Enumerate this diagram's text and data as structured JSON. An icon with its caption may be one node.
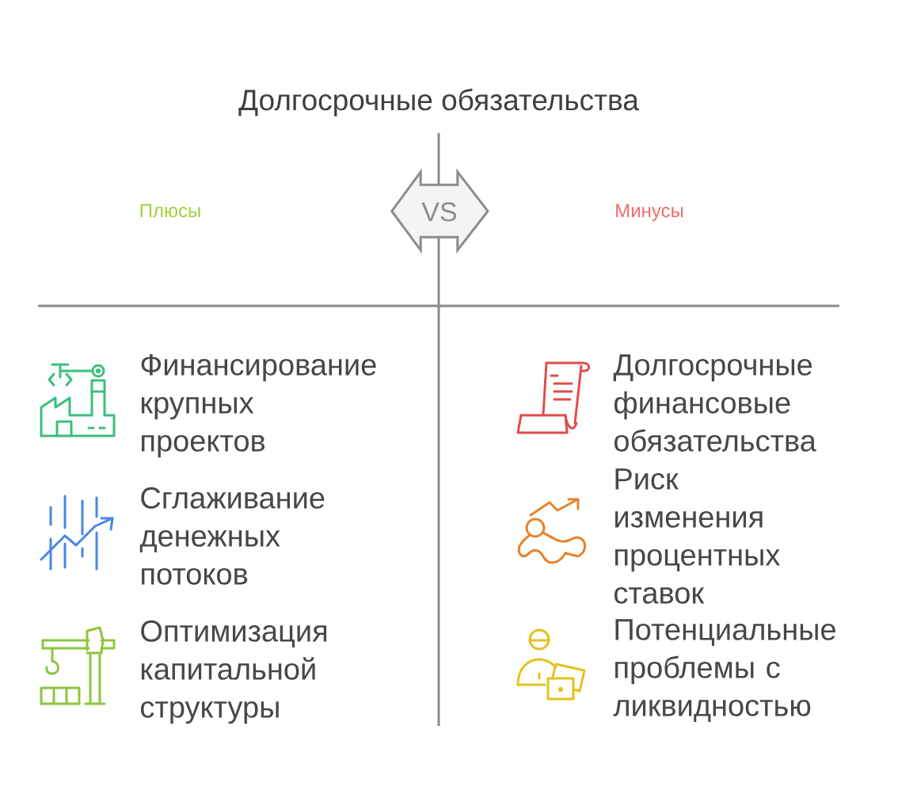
{
  "diagram": {
    "title": "Долгосрочные обязательства",
    "nodes": [
      {
        "text": [
          "VS"
        ]
      }
    ],
    "labels": [
      "Плюсы",
      "Минусы",
      "Финансирование крупных проектов",
      "Сглаживание денежных потоков",
      "Оптимизация капитальной структуры",
      "Долгосрочные финансовые обязательства",
      "Риск изменения процентных ставок",
      "Потенциальные проблемы с ликвидностью"
    ]
  }
}
